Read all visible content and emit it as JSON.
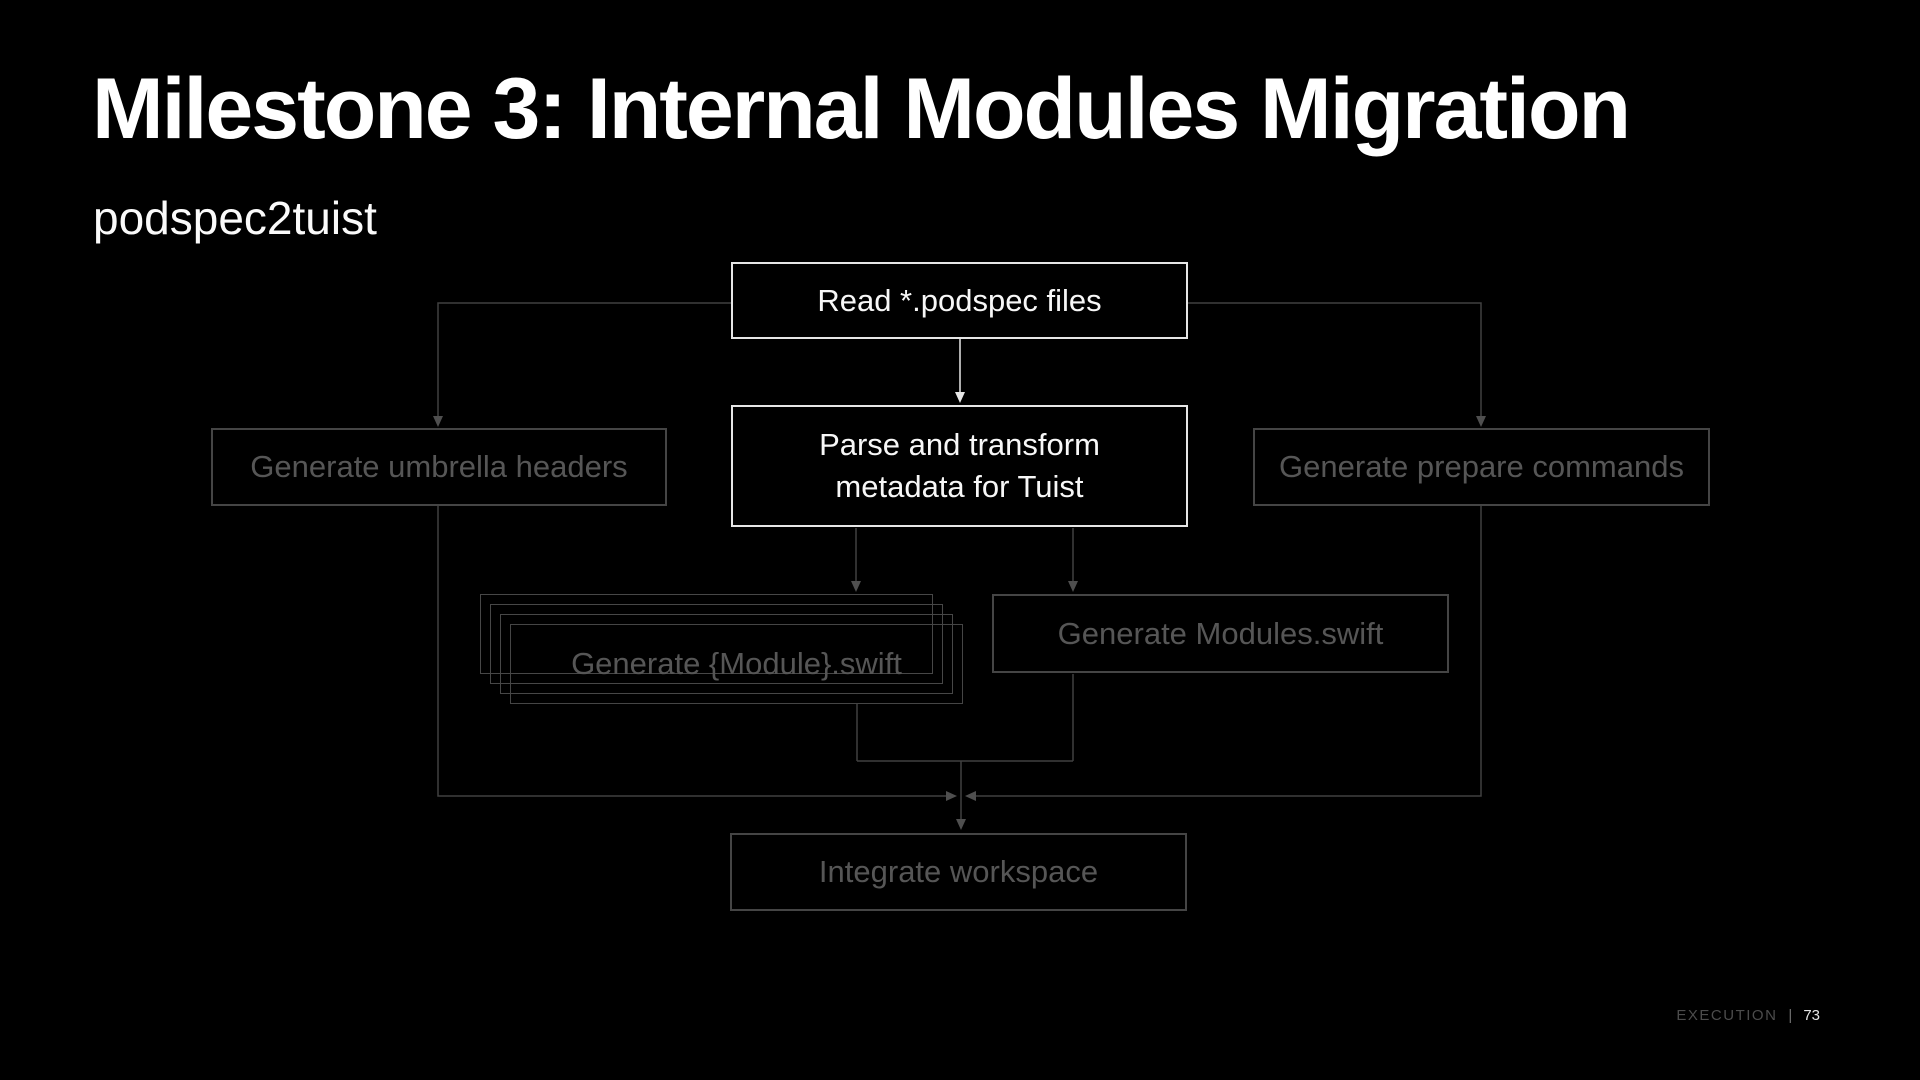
{
  "slide": {
    "title": "Milestone 3: Internal Modules Migration",
    "subtitle": "podspec2tuist",
    "footer": {
      "section": "EXECUTION",
      "separator": "|",
      "page_number": "73"
    }
  },
  "diagram": {
    "nodes": {
      "read": {
        "label": "Read *.podspec files",
        "emphasis": "active"
      },
      "parse": {
        "label": "Parse and transform\nmetadata for Tuist",
        "emphasis": "active"
      },
      "umbrella": {
        "label": "Generate umbrella headers",
        "emphasis": "dimmed"
      },
      "prepare": {
        "label": "Generate prepare commands",
        "emphasis": "dimmed"
      },
      "module_swift": {
        "label": "Generate {Module}.swift",
        "emphasis": "dimmed",
        "style": "stacked"
      },
      "modules_swift": {
        "label": "Generate Modules.swift",
        "emphasis": "dimmed"
      },
      "integrate": {
        "label": "Integrate workspace",
        "emphasis": "dimmed"
      }
    },
    "edges": [
      {
        "from": "read",
        "to": "umbrella"
      },
      {
        "from": "read",
        "to": "parse"
      },
      {
        "from": "read",
        "to": "prepare"
      },
      {
        "from": "parse",
        "to": "module_swift"
      },
      {
        "from": "parse",
        "to": "modules_swift"
      },
      {
        "from": "umbrella",
        "to": "integrate"
      },
      {
        "from": "prepare",
        "to": "integrate"
      },
      {
        "from": "module_swift",
        "to": "integrate"
      },
      {
        "from": "modules_swift",
        "to": "integrate"
      }
    ],
    "colors": {
      "background": "#000000",
      "active_border": "#e6e6e6",
      "active_text": "#f7f7f7",
      "dimmed_border": "#454545",
      "dimmed_text": "#565656",
      "connector": "#404040",
      "connector_arrow": "#4f4f4f",
      "active_connector": "#e8e8e8"
    }
  }
}
